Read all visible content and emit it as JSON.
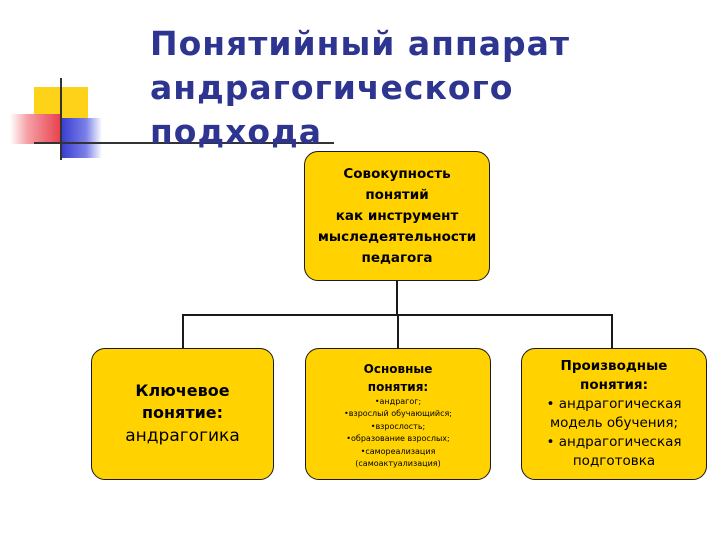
{
  "title": {
    "line1": "Понятийный аппарат",
    "line2": "андрагогического",
    "line3": "подхода"
  },
  "root_box": {
    "lines": [
      "Совокупность",
      "понятий",
      "как инструмент",
      "мыследеятельности",
      "педагога"
    ]
  },
  "key_box": {
    "heading_lines": [
      "Ключевое",
      "понятие:"
    ],
    "term": "андрагогика"
  },
  "basic_box": {
    "heading_lines": [
      "Основные",
      "понятия:"
    ],
    "items": [
      "•андрагог;",
      "•взрослый обучающийся;",
      "•взрослость;",
      "•образование взрослых;",
      "•самореализация",
      "(самоактуализация)"
    ]
  },
  "derived_box": {
    "heading_lines": [
      "Производные",
      "понятия:"
    ],
    "items": [
      "• андрагогическая",
      "модель обучения;",
      "• андрагогическая",
      "подготовка"
    ]
  },
  "colors": {
    "box_fill": "#ffd200",
    "title_color": "#2d3590",
    "deco_yellow": "#ffd21a",
    "deco_red": "#e8434f",
    "deco_blue": "#3a3fd0"
  }
}
